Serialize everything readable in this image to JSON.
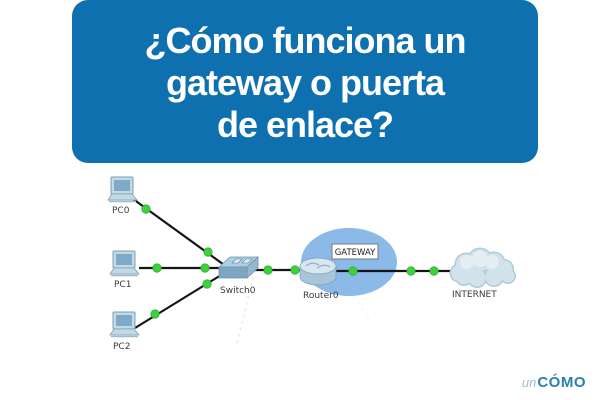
{
  "banner": {
    "title_lines": [
      "¿Cómo funciona un",
      "gateway o puerta",
      "de enlace?"
    ],
    "bg_color": "#0F70AF",
    "text_color": "#FFFFFF"
  },
  "diagram": {
    "gateway_label": "GATEWAY",
    "nodes": [
      {
        "id": "pc0",
        "type": "pc",
        "label": "PC0"
      },
      {
        "id": "pc1",
        "type": "pc",
        "label": "PC1"
      },
      {
        "id": "pc2",
        "type": "pc",
        "label": "PC2"
      },
      {
        "id": "switch0",
        "type": "switch",
        "label": "Switch0"
      },
      {
        "id": "router0",
        "type": "router",
        "label": "Router0"
      },
      {
        "id": "internet",
        "type": "cloud",
        "label": "INTERNET"
      }
    ],
    "colors": {
      "link": "#141414",
      "port_dot": "#3ED13E",
      "gateway_ellipse": "#8BB9E8",
      "device_fill": "#AECFE4"
    }
  },
  "footer": {
    "brand_prefix": "un",
    "brand_name": "CÓMO",
    "prefix_color": "#9CC0DB",
    "name_color": "#2B7FAD"
  }
}
